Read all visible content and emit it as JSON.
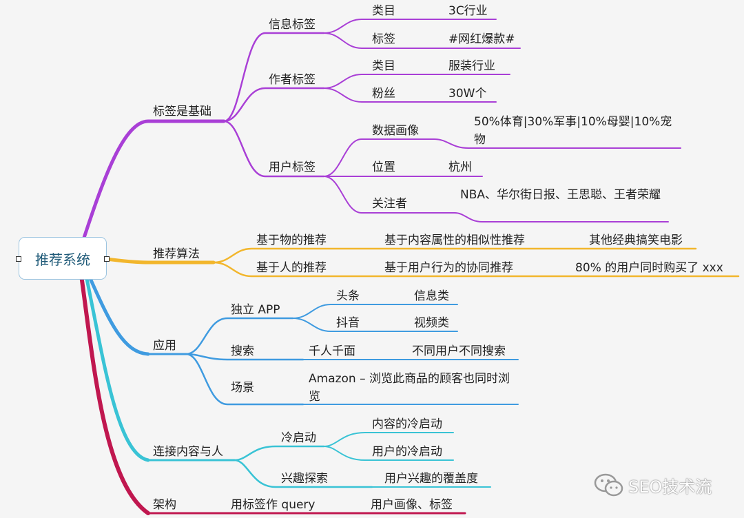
{
  "root": {
    "label": "推荐系统"
  },
  "colors": {
    "purple": "#a93fd6",
    "yellow": "#f2b62c",
    "blue": "#3f9be0",
    "cyan": "#39c3d5",
    "crimson": "#c0174f"
  },
  "branches": {
    "tags": {
      "label": "标签是基础",
      "info_tag": {
        "label": "信息标签",
        "category": {
          "label": "类目",
          "value": "3C行业"
        },
        "tag": {
          "label": "标签",
          "value": "#网红爆款#"
        }
      },
      "author_tag": {
        "label": "作者标签",
        "category": {
          "label": "类目",
          "value": "服装行业"
        },
        "fans": {
          "label": "粉丝",
          "value": "30W个"
        }
      },
      "user_tag": {
        "label": "用户标签",
        "profile": {
          "label": "数据画像",
          "value": "50%体育|30%军事|10%母婴|10%宠物"
        },
        "location": {
          "label": "位置",
          "value": "杭州"
        },
        "follows": {
          "label": "关注者",
          "value": "NBA、华尔街日报、王思聪、王者荣耀"
        }
      }
    },
    "algorithm": {
      "label": "推荐算法",
      "item_based": {
        "label": "基于物的推荐",
        "method": "基于内容属性的相似性推荐",
        "example": "其他经典搞笑电影"
      },
      "user_based": {
        "label": "基于人的推荐",
        "method": "基于用户行为的协同推荐",
        "example": "80% 的用户同时购买了 xxx"
      }
    },
    "application": {
      "label": "应用",
      "app": {
        "label": "独立 APP",
        "toutiao": {
          "label": "头条",
          "value": "信息类"
        },
        "douyin": {
          "label": "抖音",
          "value": "视频类"
        }
      },
      "search": {
        "label": "搜索",
        "sub": "千人千面",
        "value": "不同用户不同搜索"
      },
      "scene": {
        "label": "场景",
        "value": "Amazon – 浏览此商品的顾客也同时浏览"
      }
    },
    "connect": {
      "label": "连接内容与人",
      "cold_start": {
        "label": "冷启动",
        "content": "内容的冷启动",
        "user": "用户的冷启动"
      },
      "interest": {
        "label": "兴趣探索",
        "value": "用户兴趣的覆盖度"
      }
    },
    "architecture": {
      "label": "架构",
      "query": {
        "label": "用标签作 query",
        "value": "用户画像、标签"
      }
    }
  },
  "watermark": {
    "text": "SEO技术流",
    "icon": "wechat-icon"
  }
}
